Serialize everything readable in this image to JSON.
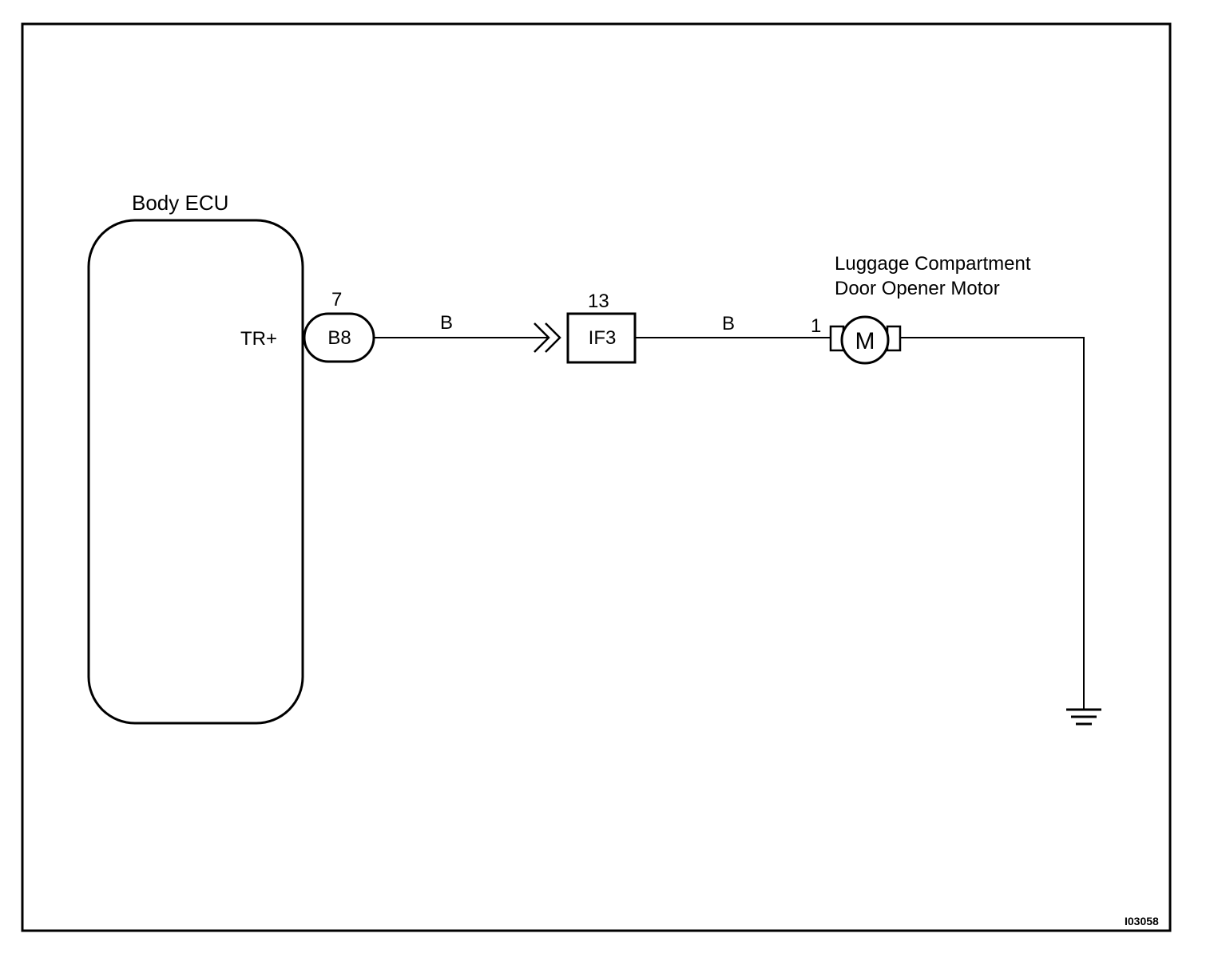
{
  "figure_id": "I03058",
  "ecu": {
    "name": "Body ECU",
    "terminal": "TR+"
  },
  "connector_b8": {
    "id": "B8",
    "pin": "7"
  },
  "junction_if3": {
    "id": "IF3",
    "pin": "13"
  },
  "wires": {
    "wire1_color": "B",
    "wire2_color": "B"
  },
  "motor": {
    "name_line1": "Luggage Compartment",
    "name_line2": "Door Opener Motor",
    "symbol": "M",
    "pin": "1"
  },
  "ground": {
    "icon": "ground-icon"
  }
}
